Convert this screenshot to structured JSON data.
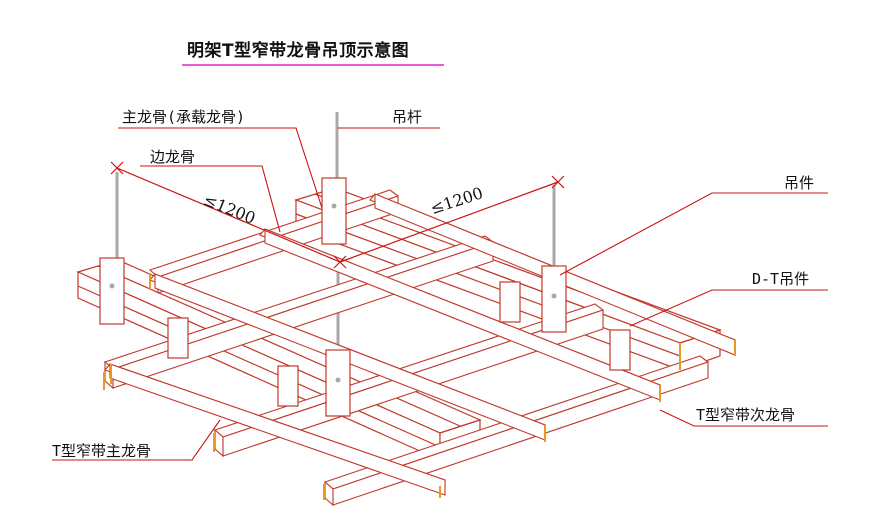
{
  "title": "明架T型窄带龙骨吊顶示意图",
  "labels": {
    "main_keel": "主龙骨(承载龙骨)",
    "hanger_rod": "吊杆",
    "edge_keel": "边龙骨",
    "hanger": "吊件",
    "dt_hanger": "D-T吊件",
    "t_main": "T型窄带主龙骨",
    "t_secondary": "T型窄带次龙骨"
  },
  "dims": {
    "left": "≤1200",
    "right": "≤1200"
  },
  "colors": {
    "beam": "#c0392b",
    "leader": "#cc1111",
    "rod": "#a8a8a8",
    "accent": "#e89a1c",
    "underline": "#e85ad6"
  }
}
